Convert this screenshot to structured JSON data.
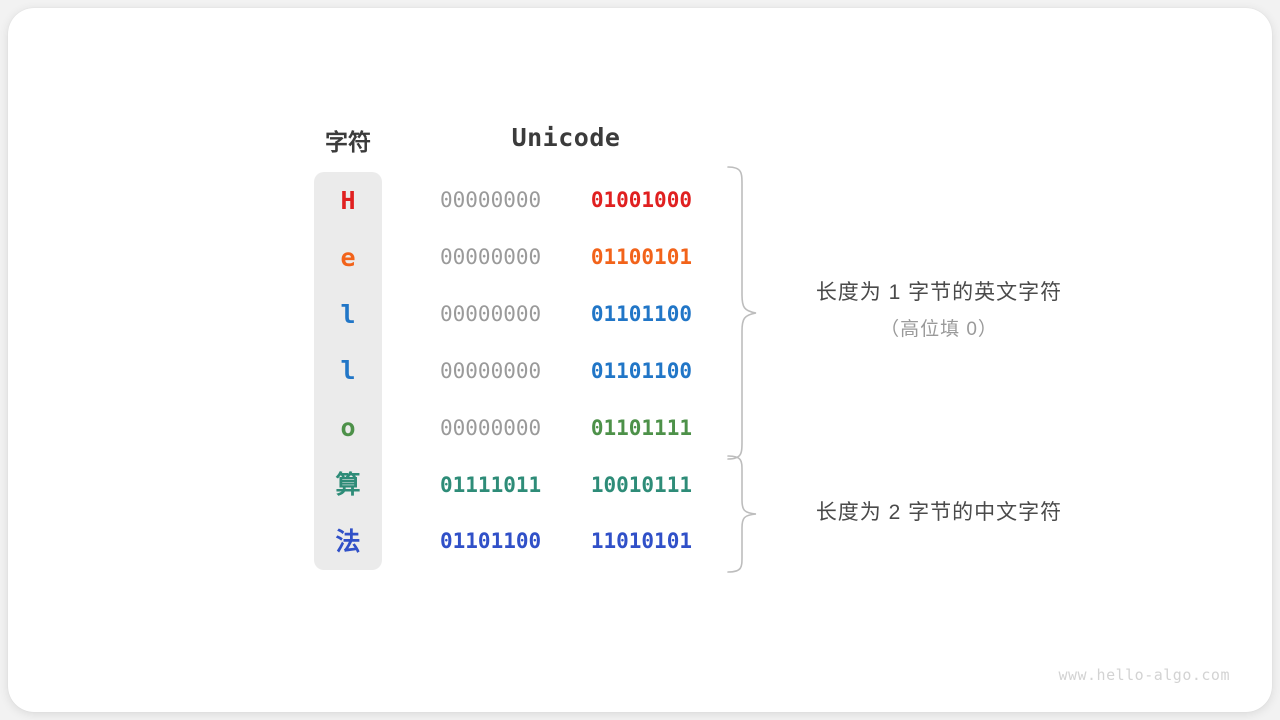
{
  "figure": {
    "background": "#f2f2f2",
    "card_background": "#ffffff",
    "watermark": "www.hello-algo.com"
  },
  "headers": {
    "char": "字符",
    "unicode": "Unicode"
  },
  "palette": {
    "red": "#e02020",
    "orange": "#f2631a",
    "blue": "#2176c7",
    "green": "#4d9149",
    "teal": "#2e8c78",
    "indigo": "#3050c8",
    "pad_gray": "#9a9a9a",
    "strip_gray": "#ebebeb",
    "brace_gray": "#bdbdbd",
    "text_dark": "#3b3b3b",
    "anno_main": "#4a4a4a",
    "anno_sub": "#9a9a9a"
  },
  "rows": [
    {
      "char": "H",
      "cjk": false,
      "color": "#e02020",
      "high_byte": "00000000",
      "low_byte": "01001000",
      "high_is_pad": true
    },
    {
      "char": "e",
      "cjk": false,
      "color": "#f2631a",
      "high_byte": "00000000",
      "low_byte": "01100101",
      "high_is_pad": true
    },
    {
      "char": "l",
      "cjk": false,
      "color": "#2176c7",
      "high_byte": "00000000",
      "low_byte": "01101100",
      "high_is_pad": true
    },
    {
      "char": "l",
      "cjk": false,
      "color": "#2176c7",
      "high_byte": "00000000",
      "low_byte": "01101100",
      "high_is_pad": true
    },
    {
      "char": "o",
      "cjk": false,
      "color": "#4d9149",
      "high_byte": "00000000",
      "low_byte": "01101111",
      "high_is_pad": true
    },
    {
      "char": "算",
      "cjk": true,
      "color": "#2e8c78",
      "high_byte": "01111011",
      "low_byte": "10010111",
      "high_is_pad": false
    },
    {
      "char": "法",
      "cjk": true,
      "color": "#3050c8",
      "high_byte": "01101100",
      "low_byte": "11010101",
      "high_is_pad": false
    }
  ],
  "annotations": [
    {
      "main": "长度为 1 字节的英文字符",
      "sub": "（高位填 0）"
    },
    {
      "main": "长度为 2 字节的中文字符",
      "sub": ""
    }
  ]
}
